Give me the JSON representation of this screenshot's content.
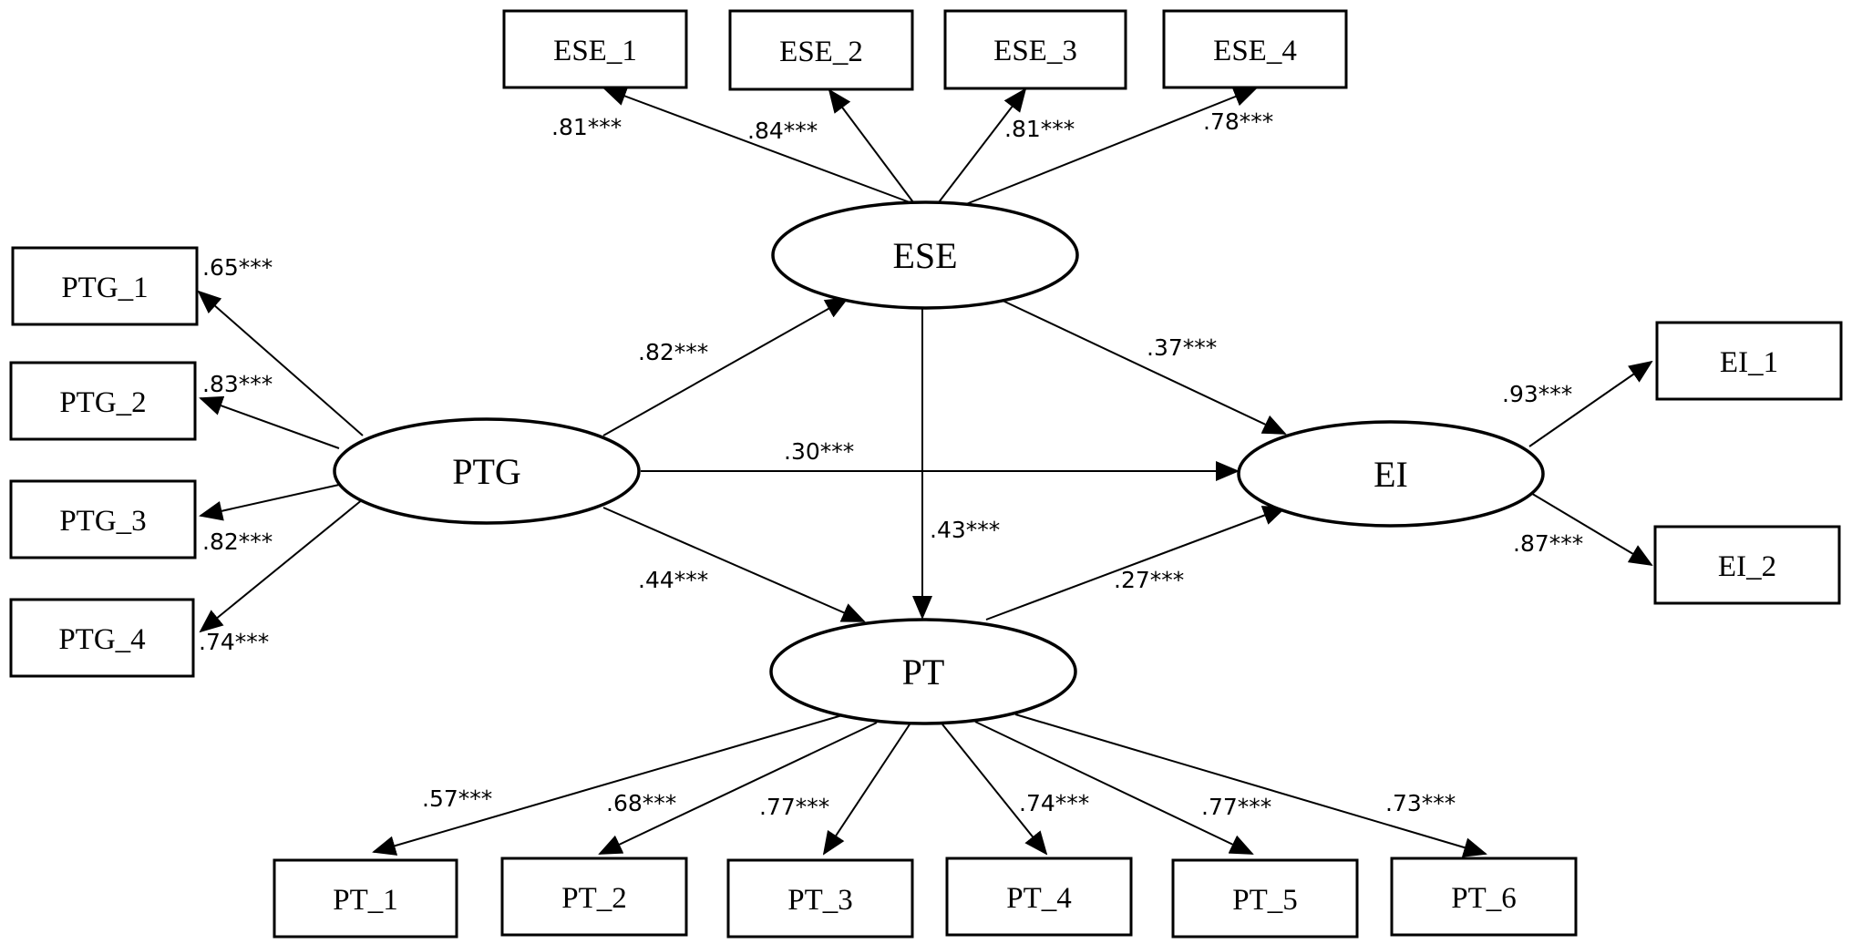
{
  "latents": {
    "ese": "ESE",
    "ptg": "PTG",
    "ei": "EI",
    "pt": "PT"
  },
  "indicators": {
    "ese_1": "ESE_1",
    "ese_2": "ESE_2",
    "ese_3": "ESE_3",
    "ese_4": "ESE_4",
    "ptg_1": "PTG_1",
    "ptg_2": "PTG_2",
    "ptg_3": "PTG_3",
    "ptg_4": "PTG_4",
    "ei_1": "EI_1",
    "ei_2": "EI_2",
    "pt_1": "PT_1",
    "pt_2": "PT_2",
    "pt_3": "PT_3",
    "pt_4": "PT_4",
    "pt_5": "PT_5",
    "pt_6": "PT_6"
  },
  "loadings": {
    "ese_1": ".81***",
    "ese_2": ".84***",
    "ese_3": ".81***",
    "ese_4": ".78***",
    "ptg_1": ".65***",
    "ptg_2": ".83***",
    "ptg_3": ".82***",
    "ptg_4": ".74***",
    "ei_1": ".93***",
    "ei_2": ".87***",
    "pt_1": ".57***",
    "pt_2": ".68***",
    "pt_3": ".77***",
    "pt_4": ".74***",
    "pt_5": ".77***",
    "pt_6": ".73***"
  },
  "paths": {
    "ptg_ese": ".82***",
    "ptg_ei": ".30***",
    "ptg_pt": ".44***",
    "ese_ei": ".37***",
    "ese_pt": ".43***",
    "pt_ei": ".27***"
  }
}
